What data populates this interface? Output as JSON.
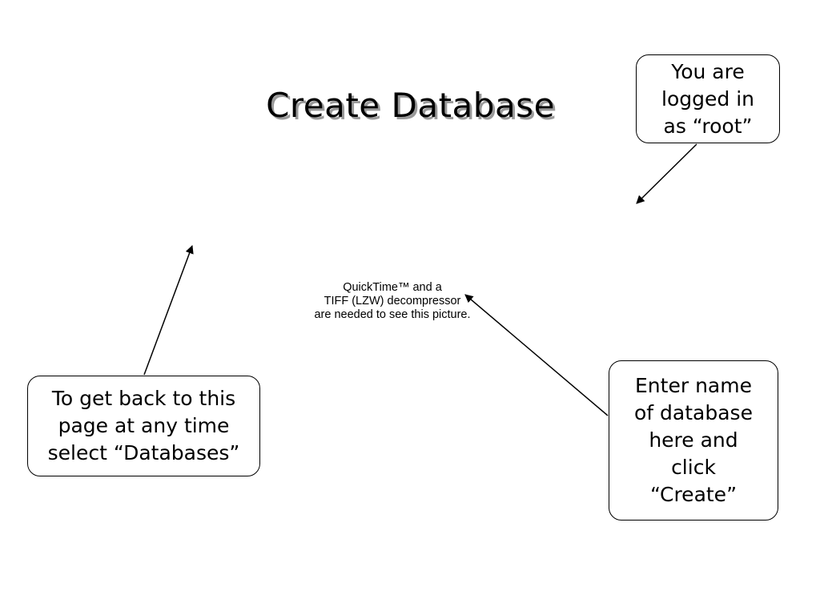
{
  "slide": {
    "title": "Create Database",
    "placeholder": {
      "line1": "QuickTime™ and a",
      "line2": "TIFF (LZW) decompressor",
      "line3": "are needed to see this picture."
    },
    "callouts": {
      "root": {
        "line1": "You are",
        "line2": "logged in",
        "line3": "as “root”"
      },
      "databases": {
        "line1": "To get back to this",
        "line2": "page at any time",
        "line3": "select “Databases”"
      },
      "create": {
        "line1": "Enter name",
        "line2": "of database",
        "line3": "here and",
        "line4": "click",
        "line5": "“Create”"
      }
    }
  },
  "colors": {
    "background": "#ffffff",
    "text": "#000000",
    "title_shadow": "#9a9a9a"
  }
}
